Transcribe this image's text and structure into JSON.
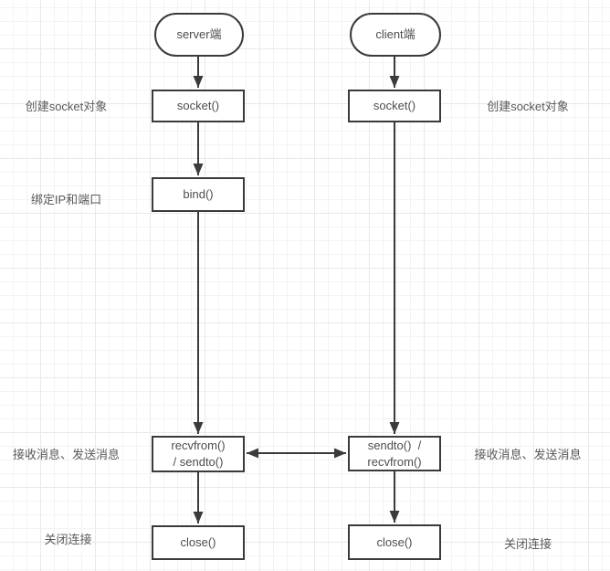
{
  "diagram": {
    "title_hint": "UDP socket flow",
    "nodes": {
      "server_terminal": {
        "label": "server端",
        "shape": "terminator"
      },
      "client_terminal": {
        "label": "client端",
        "shape": "terminator"
      },
      "server_socket": {
        "label": "socket()",
        "shape": "process"
      },
      "client_socket": {
        "label": "socket()",
        "shape": "process"
      },
      "server_bind": {
        "label": "bind()",
        "shape": "process"
      },
      "server_recv_send": {
        "label": "recvfrom()\n/ sendto()",
        "shape": "process"
      },
      "client_send_recv": {
        "label": "sendto()  /\nrecvfrom()",
        "shape": "process"
      },
      "server_close": {
        "label": "close()",
        "shape": "process"
      },
      "client_close": {
        "label": "close()",
        "shape": "process"
      }
    },
    "annotations": {
      "left_create_socket": "创建socket对象",
      "left_bind_ip_port": "绑定IP和端口",
      "left_recv_send": "接收消息、发送消息",
      "left_close": "关闭连接",
      "right_create_socket": "创建socket对象",
      "right_recv_send": "接收消息、发送消息",
      "right_close": "关闭连接"
    },
    "colors": {
      "node_border": "#3a3a3a",
      "node_fill": "#ffffff",
      "node_text": "#4d4d4d",
      "annotation_text": "#595959",
      "edge": "#3a3a3a",
      "grid_minor": "#f3f3f6",
      "grid_major": "#e8e8ed",
      "canvas_background": "#ffffff"
    }
  }
}
